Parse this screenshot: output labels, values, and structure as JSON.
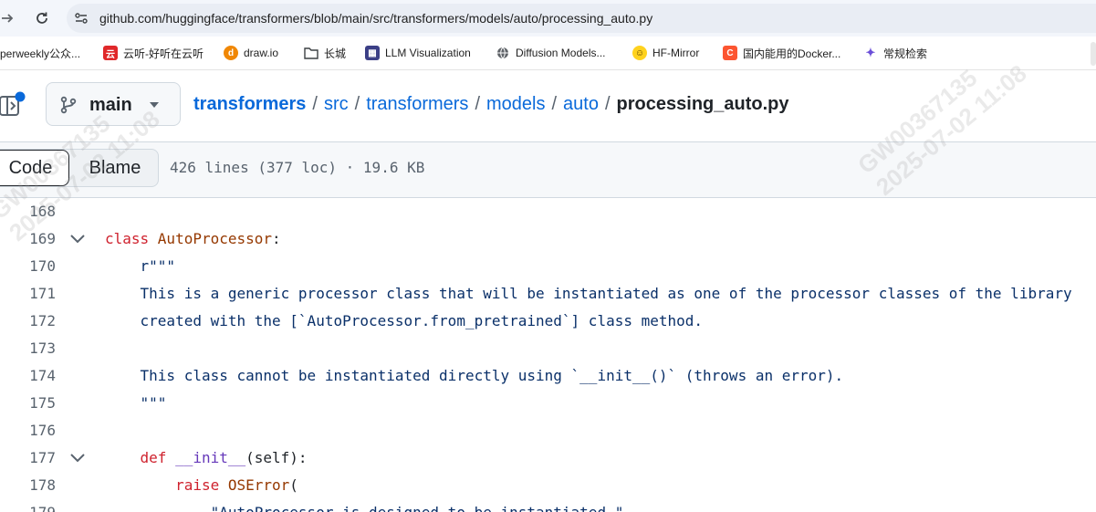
{
  "browser": {
    "url": "github.com/huggingface/transformers/blob/main/src/transformers/models/auto/processing_auto.py",
    "bookmarks": [
      {
        "label": "perweekly公众...",
        "icon": "none"
      },
      {
        "label": "云听-好听在云听",
        "icon": "yunting-logo-icon"
      },
      {
        "label": "draw.io",
        "icon": "drawio-logo-icon"
      },
      {
        "label": "长城",
        "icon": "folder-icon"
      },
      {
        "label": "LLM Visualization",
        "icon": "chip-icon"
      },
      {
        "label": "Diffusion Models...",
        "icon": "globe-icon"
      },
      {
        "label": "HF-Mirror",
        "icon": "hugging-face-icon"
      },
      {
        "label": "国内能用的Docker...",
        "icon": "csdn-logo-icon"
      },
      {
        "label": "常规检索",
        "icon": "search-logo-icon"
      }
    ]
  },
  "repo": {
    "branch": "main",
    "breadcrumb": [
      "transformers",
      "src",
      "transformers",
      "models",
      "auto"
    ],
    "current_file": "processing_auto.py"
  },
  "file": {
    "tabs": [
      "Code",
      "Blame"
    ],
    "active_tab": "Code",
    "meta": "426 lines (377 loc) · 19.6 KB"
  },
  "code": {
    "lines": [
      {
        "n": "168",
        "fold": false,
        "tokens": []
      },
      {
        "n": "169",
        "fold": true,
        "tokens": [
          {
            "t": "class ",
            "c": "kw"
          },
          {
            "t": "AutoProcessor",
            "c": "fn"
          },
          {
            "t": ":",
            "c": ""
          }
        ]
      },
      {
        "n": "170",
        "fold": false,
        "tokens": [
          {
            "t": "    r\"\"\"",
            "c": "doc"
          }
        ]
      },
      {
        "n": "171",
        "fold": false,
        "tokens": [
          {
            "t": "    This is a generic processor class that will be instantiated as one of the processor classes of the library",
            "c": "doc"
          }
        ]
      },
      {
        "n": "172",
        "fold": false,
        "tokens": [
          {
            "t": "    created with the [`AutoProcessor.from_pretrained`] class method.",
            "c": "doc"
          }
        ]
      },
      {
        "n": "173",
        "fold": false,
        "tokens": []
      },
      {
        "n": "174",
        "fold": false,
        "tokens": [
          {
            "t": "    This class cannot be instantiated directly using `__init__()` (throws an error).",
            "c": "doc"
          }
        ]
      },
      {
        "n": "175",
        "fold": false,
        "tokens": [
          {
            "t": "    \"\"\"",
            "c": "doc"
          }
        ]
      },
      {
        "n": "176",
        "fold": false,
        "tokens": []
      },
      {
        "n": "177",
        "fold": true,
        "tokens": [
          {
            "t": "    def ",
            "c": "kw"
          },
          {
            "t": "__init__",
            "c": "nm"
          },
          {
            "t": "(self):",
            "c": ""
          }
        ]
      },
      {
        "n": "178",
        "fold": false,
        "tokens": [
          {
            "t": "        raise ",
            "c": "kw"
          },
          {
            "t": "OSError",
            "c": "fn"
          },
          {
            "t": "(",
            "c": ""
          }
        ]
      },
      {
        "n": "179",
        "fold": false,
        "tokens": [
          {
            "t": "            \"AutoProcessor is designed to be instantiated \"",
            "c": "str"
          }
        ]
      }
    ]
  },
  "watermark": {
    "id": "GW00367135",
    "timestamp": "2025-07-02 11:08"
  },
  "colors": {
    "link": "#0969da",
    "keyword": "#cf222e",
    "string": "#0a3069"
  }
}
